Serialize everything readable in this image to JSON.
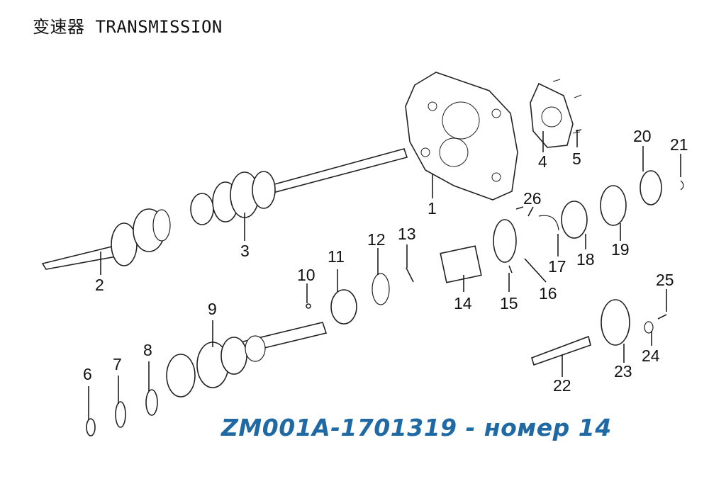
{
  "title": "变速器 TRANSMISSION",
  "caption": "ZM001A-1701319  - номер 14",
  "callouts": [
    "1",
    "2",
    "3",
    "4",
    "5",
    "6",
    "7",
    "8",
    "9",
    "10",
    "11",
    "12",
    "13",
    "14",
    "15",
    "16",
    "17",
    "18",
    "19",
    "20",
    "21",
    "22",
    "23",
    "24",
    "25",
    "26"
  ],
  "colors": {
    "caption": "#1f6aa5",
    "lines": "#222222"
  }
}
